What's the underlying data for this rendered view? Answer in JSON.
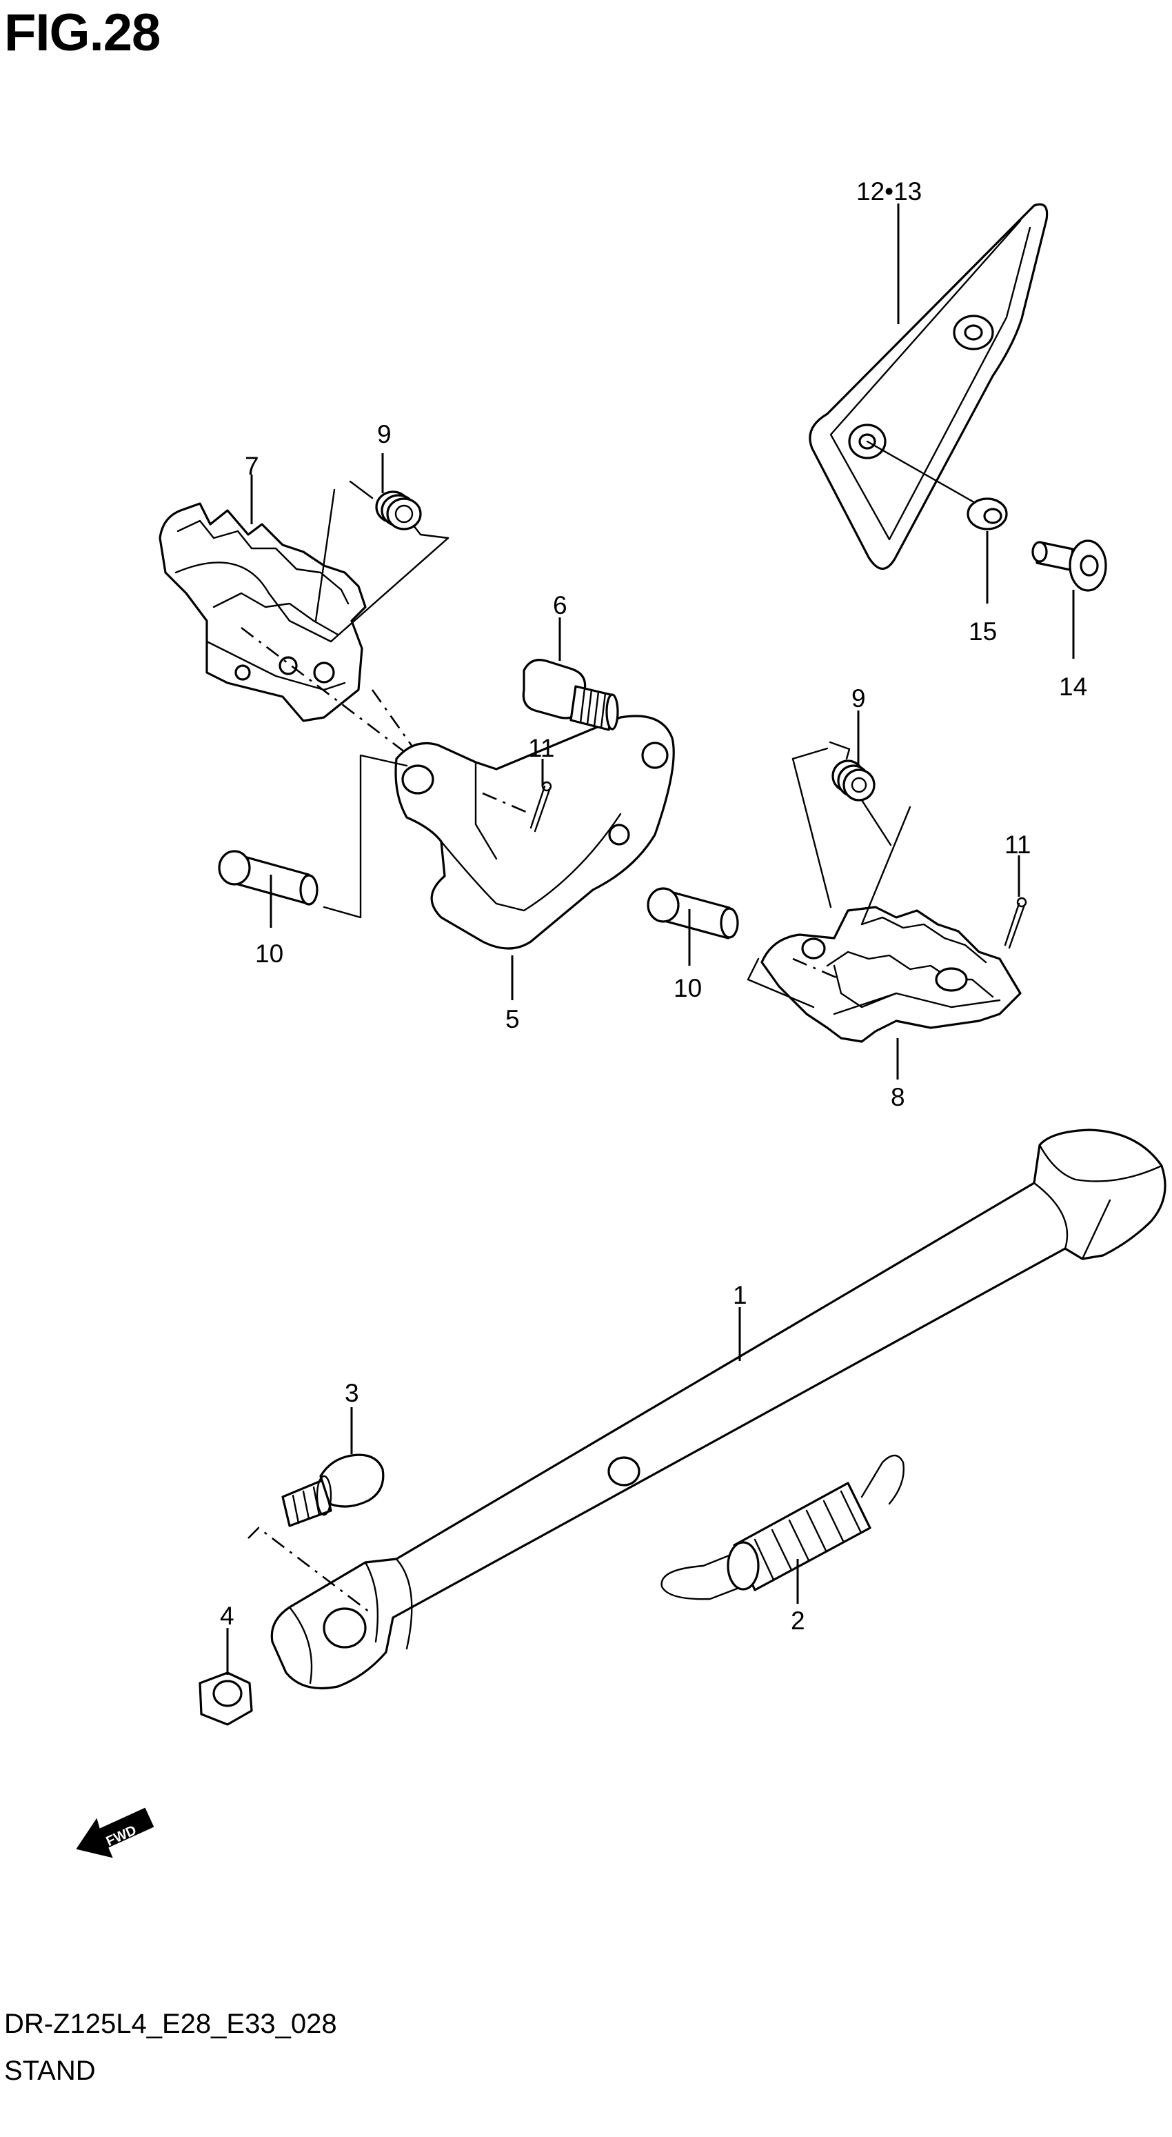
{
  "figure_label": "FIG.28",
  "callouts": {
    "c1": "1",
    "c2": "2",
    "c3": "3",
    "c4": "4",
    "c5": "5",
    "c6": "6",
    "c7": "7",
    "c8": "8",
    "c9a": "9",
    "c9b": "9",
    "c10a": "10",
    "c10b": "10",
    "c11a": "11",
    "c11b": "11",
    "c12_13": "12•13",
    "c14": "14",
    "c15": "15"
  },
  "fwd_arrow": {
    "label": "FWD",
    "icon": "fwd-arrow-icon"
  },
  "footer": {
    "diagram_code": "DR-Z125L4_E28_E33_028",
    "section_name": "STAND"
  }
}
